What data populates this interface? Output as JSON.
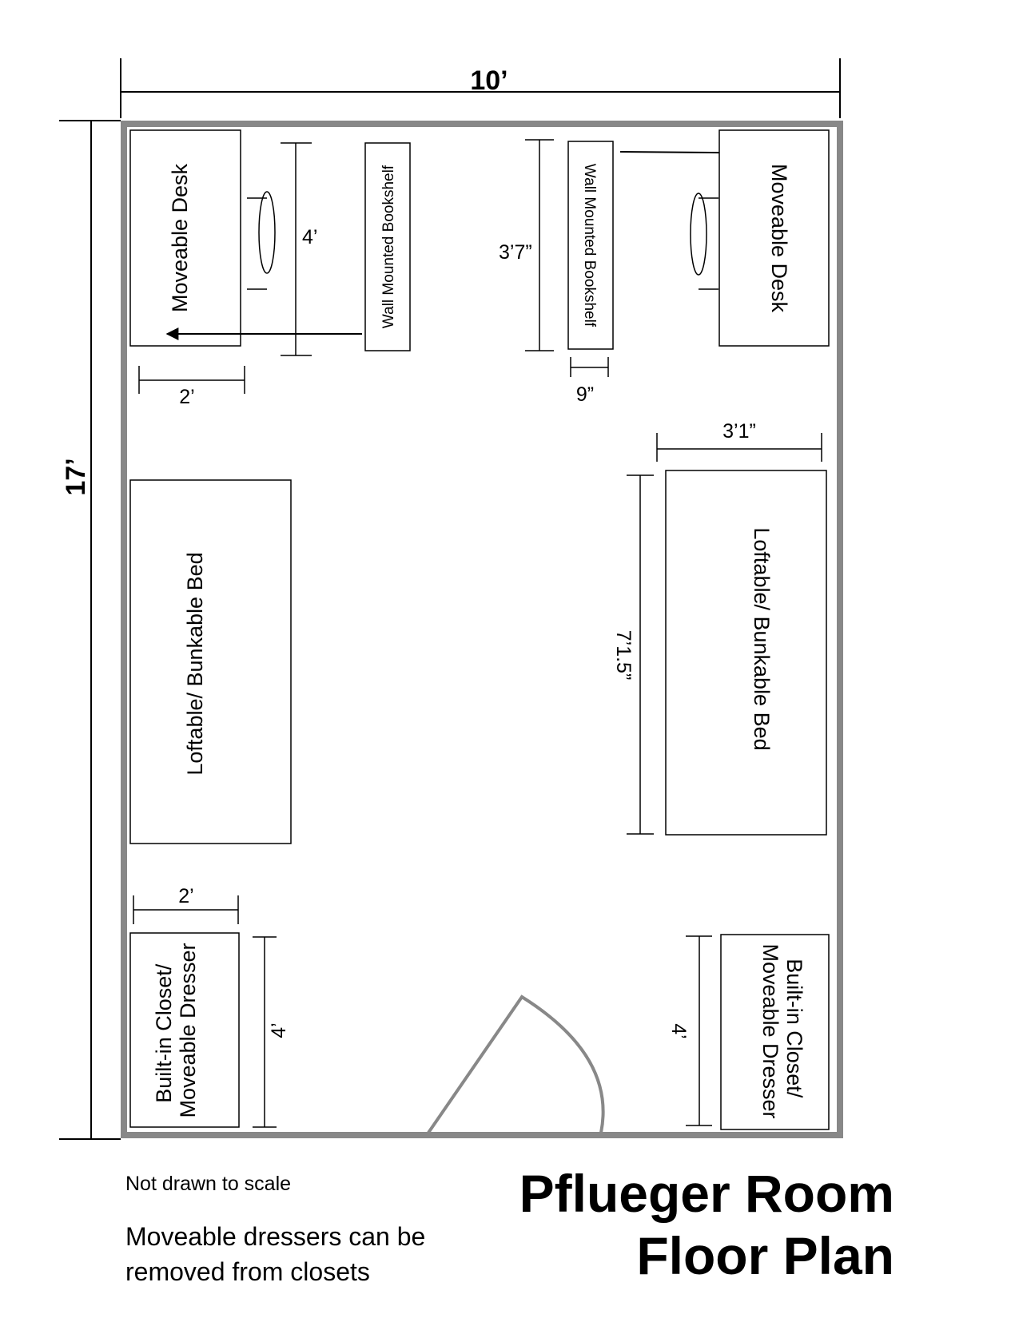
{
  "title": {
    "line1": "Pflueger Room",
    "line2": "Floor Plan"
  },
  "notes": {
    "scale": "Not drawn to scale",
    "dressers": "Moveable dressers can be removed from closets"
  },
  "dimensions": {
    "room_width": "10’",
    "room_length": "17’",
    "desk_left_width": "2’",
    "desk_left_length": "4’",
    "bookshelf_right_length": "3’7”",
    "bookshelf_depth": "9”",
    "bed_width": "3’1”",
    "bed_length": "7’1.5”",
    "closet_left_width": "2’",
    "closet_left_length": "4’",
    "closet_right_length": "4’"
  },
  "furniture": {
    "desk_left": "Moveable Desk",
    "desk_right": "Moveable Desk",
    "bookshelf_left": "Wall Mounted Bookshelf",
    "bookshelf_right": "Wall Mounted Bookshelf",
    "bed_left": "Loftable/ Bunkable Bed",
    "bed_right": "Loftable/ Bunkable Bed",
    "closet_left_line1": "Built-in Closet/",
    "closet_left_line2": "Moveable Dresser",
    "closet_right_line1": "Built-in Closet/",
    "closet_right_line2": "Moveable Dresser"
  },
  "colors": {
    "wall": "#888888",
    "line": "#000000",
    "background": "#ffffff"
  }
}
